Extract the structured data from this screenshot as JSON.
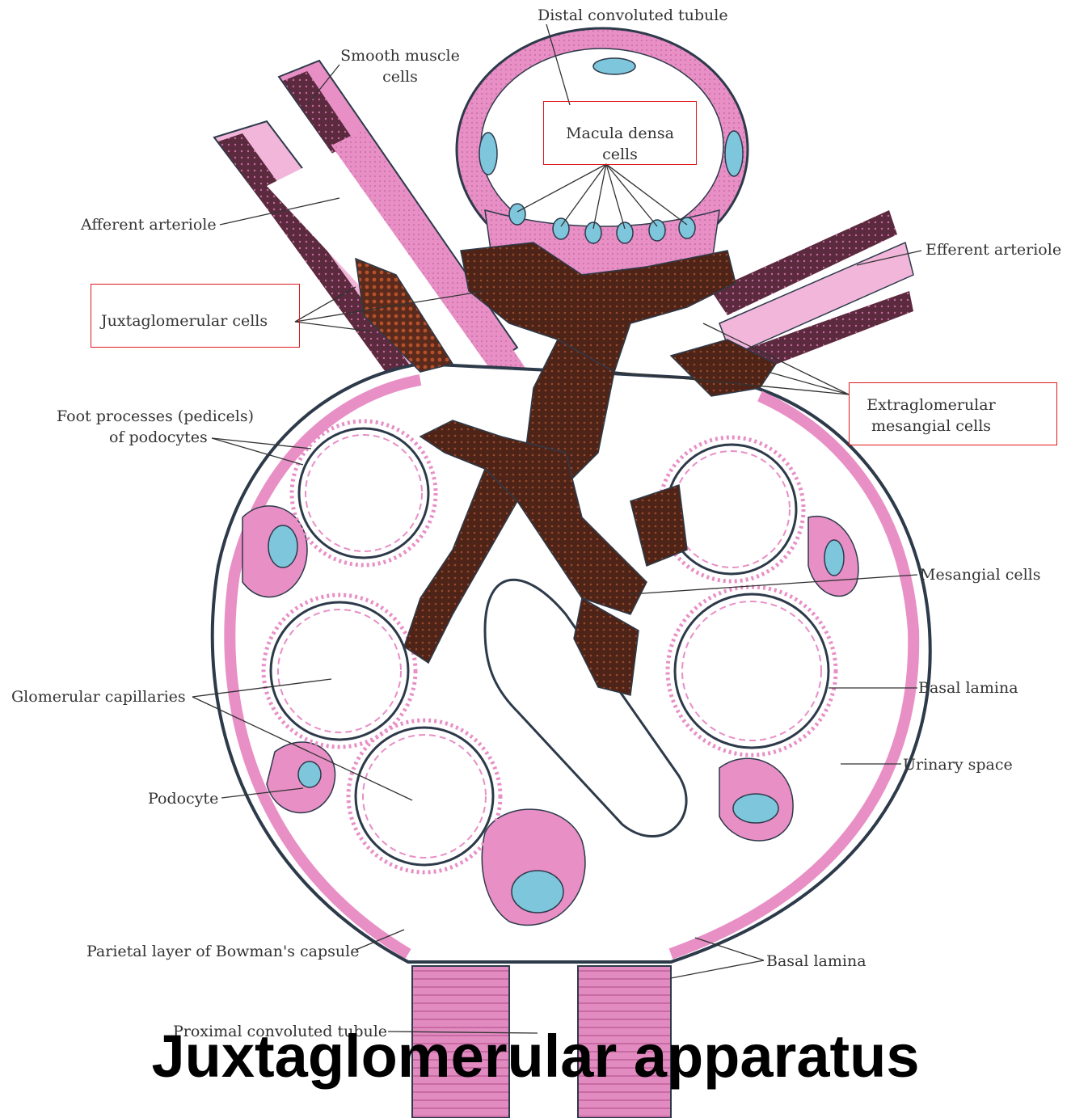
{
  "title": "Juxtaglomerular apparatus",
  "labels": {
    "distal_convoluted_tubule": "Distal convoluted tubule",
    "smooth_muscle_cells_1": "Smooth muscle",
    "smooth_muscle_cells_2": "cells",
    "macula_densa_1": "Macula densa",
    "macula_densa_2": "cells",
    "afferent_arteriole": "Afferent arteriole",
    "efferent_arteriole": "Efferent arteriole",
    "juxtaglomerular_cells": "Juxtaglomerular cells",
    "extraglomerular_1": "Extraglomerular",
    "extraglomerular_2": "mesangial cells",
    "foot_processes_1": "Foot  processes (pedicels)",
    "foot_processes_2": "of podocytes",
    "mesangial_cells": "Mesangial cells",
    "basal_lamina_right": "Basal lamina",
    "glomerular_capillaries": "Glomerular capillaries",
    "urinary_space": "Urinary space",
    "podocyte": "Podocyte",
    "parietal_layer": "Parietal layer of Bowman's capsule",
    "basal_lamina_bottom": "Basal lamina",
    "proximal_convoluted_tubule": "Proximal convoluted tubule"
  },
  "colors": {
    "pink": "#e88fc6",
    "pink_light": "#f2b6db",
    "nucleus_blue": "#7ec6dc",
    "mesangial_brown": "#5a2a1c",
    "jg_orange": "#b5502a",
    "muscle_dark": "#5c2a3e",
    "highlight_red": "#e0191c",
    "outline": "#2d3a4a"
  }
}
